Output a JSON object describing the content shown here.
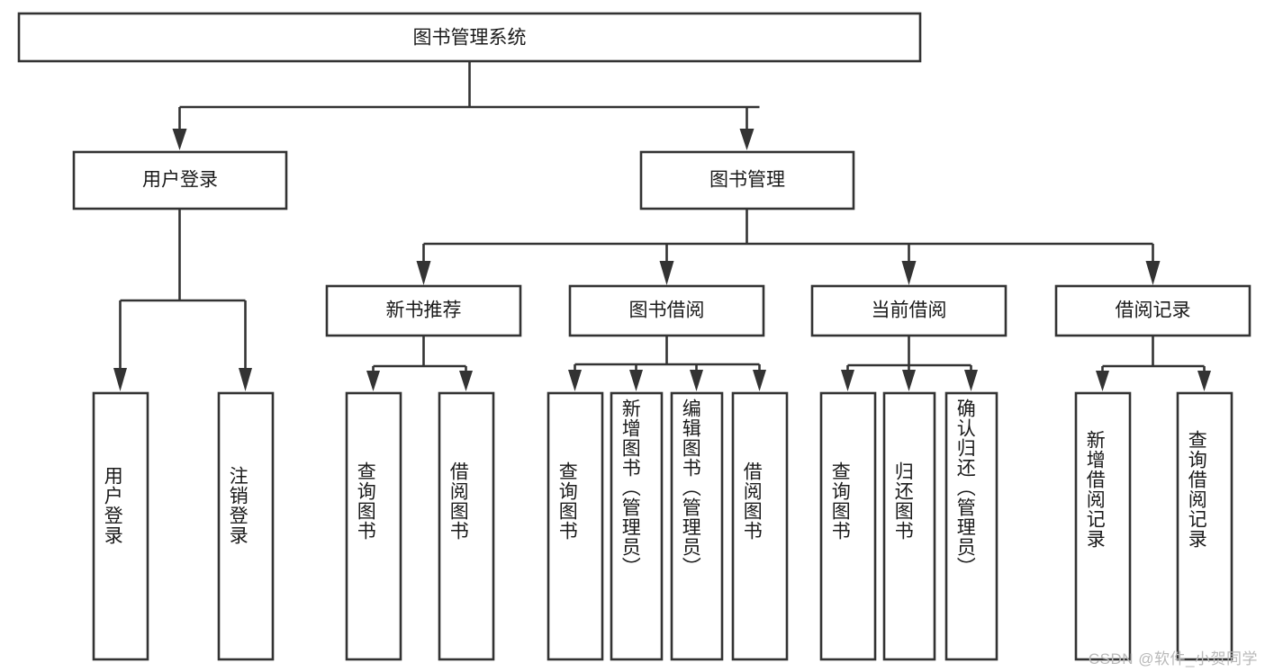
{
  "diagram": {
    "type": "tree-hierarchy",
    "title": "图书管理系统",
    "root": {
      "label": "图书管理系统"
    },
    "level1": [
      {
        "id": "user-login",
        "label": "用户登录"
      },
      {
        "id": "book-management",
        "label": "图书管理"
      }
    ],
    "level2": [
      {
        "id": "new-book-recommend",
        "label": "新书推荐",
        "parent": "book-management"
      },
      {
        "id": "book-borrow",
        "label": "图书借阅",
        "parent": "book-management"
      },
      {
        "id": "current-borrow",
        "label": "当前借阅",
        "parent": "book-management"
      },
      {
        "id": "borrow-record",
        "label": "借阅记录",
        "parent": "book-management"
      }
    ],
    "leaves": [
      {
        "id": "leaf-user-login",
        "label": "用户登录",
        "parent": "user-login"
      },
      {
        "id": "leaf-logout-login",
        "label": "注销登录",
        "parent": "user-login"
      },
      {
        "id": "leaf-query-book-1",
        "label": "查询图书",
        "parent": "new-book-recommend"
      },
      {
        "id": "leaf-borrow-book-1",
        "label": "借阅图书",
        "parent": "new-book-recommend"
      },
      {
        "id": "leaf-query-book-2",
        "label": "查询图书",
        "parent": "book-borrow"
      },
      {
        "id": "leaf-add-book",
        "label": "新增图书（管理员）",
        "parent": "book-borrow"
      },
      {
        "id": "leaf-edit-book",
        "label": "编辑图书（管理员）",
        "parent": "book-borrow"
      },
      {
        "id": "leaf-borrow-book-2",
        "label": "借阅图书",
        "parent": "book-borrow"
      },
      {
        "id": "leaf-query-book-3",
        "label": "查询图书",
        "parent": "current-borrow"
      },
      {
        "id": "leaf-return-book",
        "label": "归还图书",
        "parent": "current-borrow"
      },
      {
        "id": "leaf-confirm-return",
        "label": "确认归还（管理员）",
        "parent": "current-borrow"
      },
      {
        "id": "leaf-add-record",
        "label": "新增借阅记录",
        "parent": "borrow-record"
      },
      {
        "id": "leaf-query-record",
        "label": "查询借阅记录",
        "parent": "borrow-record"
      }
    ]
  },
  "watermark": {
    "text": "CSDN @软件_小贺同学"
  },
  "colors": {
    "stroke": "#333333",
    "box_fill": "#ffffff",
    "text": "#1a1a1a",
    "watermark": "#b9b9b9",
    "background": "#ffffff"
  }
}
